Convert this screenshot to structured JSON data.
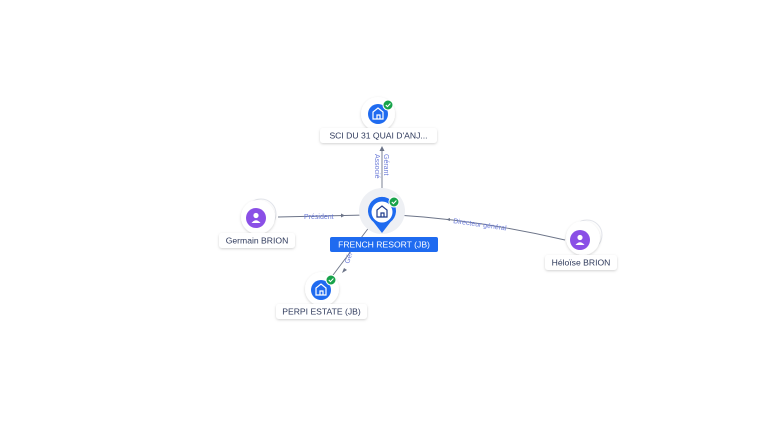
{
  "colors": {
    "company": "#1f6bf0",
    "person": "#8a4fe6",
    "check": "#17a34a",
    "edge": "#6c7488",
    "edge_label": "#6b7bd8",
    "label_text": "#2f3a5c"
  },
  "nodes": {
    "center": {
      "label": "FRENCH RESORT (JB)",
      "type": "company",
      "icon": "building-icon"
    },
    "sci": {
      "label": "SCI DU 31 QUAI D'ANJ...",
      "type": "company",
      "icon": "building-icon"
    },
    "germain": {
      "label": "Germain BRION",
      "type": "person",
      "icon": "person-icon"
    },
    "heloise": {
      "label": "Héloïse BRION",
      "type": "person",
      "icon": "person-icon"
    },
    "perpi": {
      "label": "PERPI ESTATE (JB)",
      "type": "company",
      "icon": "building-icon"
    }
  },
  "edges": {
    "sci_center": {
      "label1": "Gérant",
      "label2": "Associé"
    },
    "germain_center": {
      "label": "Président"
    },
    "heloise_center": {
      "label": "Directeur général"
    },
    "perpi_center": {
      "label": "Gér"
    }
  }
}
